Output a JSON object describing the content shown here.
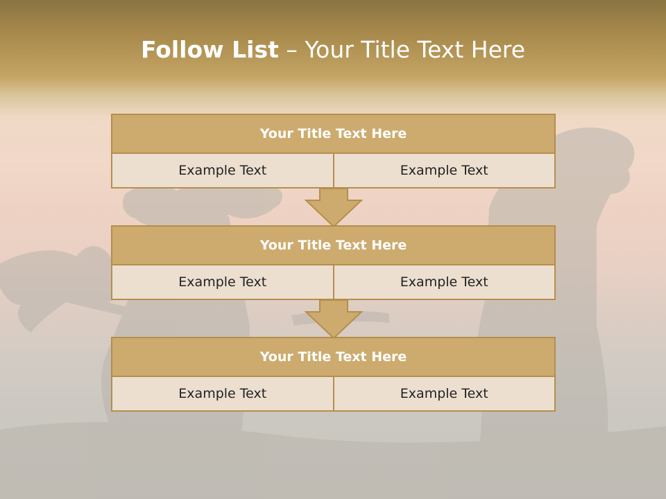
{
  "slide": {
    "title_strong": "Follow List",
    "title_separator": "–",
    "title_rest": "Your Title Text Here"
  },
  "colors": {
    "header_fill": "#cdab6e",
    "cell_fill": "#ecdfd0",
    "border": "#b48f4b",
    "arrow_fill": "#cdab6e"
  },
  "blocks": [
    {
      "title": "Your Title Text Here",
      "left_text": "Example Text",
      "right_text": "Example Text"
    },
    {
      "title": "Your Title Text Here",
      "left_text": "Example Text",
      "right_text": "Example Text"
    },
    {
      "title": "Your Title Text Here",
      "left_text": "Example Text",
      "right_text": "Example Text"
    }
  ],
  "icons": [
    "down-arrow-icon",
    "down-arrow-icon"
  ]
}
